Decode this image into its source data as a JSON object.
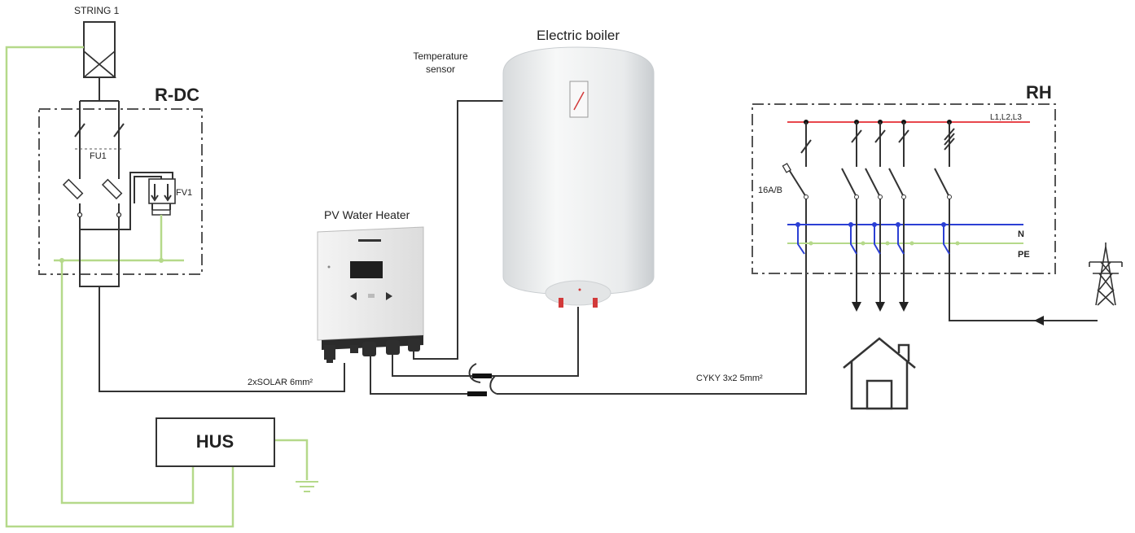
{
  "labels": {
    "string": "STRING 1",
    "rdc": "R-DC",
    "fu1": "FU1",
    "fv1": "FV1",
    "temp_sensor_line1": "Temperature",
    "temp_sensor_line2": "sensor",
    "boiler": "Electric boiler",
    "pv_heater": "PV Water Heater",
    "rh": "RH",
    "phases": "L1,L2,L3",
    "breaker": "16A/B",
    "neutral": "N",
    "pe": "PE",
    "solar_cable": "2xSOLAR 6mm²",
    "cyky_cable": "CYKY 3x2 5mm²",
    "hus": "HUS"
  },
  "colors": {
    "phase": "#e8474c",
    "neutral": "#2b3fd4",
    "earth": "#b5d98a",
    "wire": "#333333",
    "boiler_body": "#eceeef"
  },
  "icons": [
    "solar-panel-icon",
    "pylon-icon",
    "house-icon",
    "ground-icon"
  ]
}
